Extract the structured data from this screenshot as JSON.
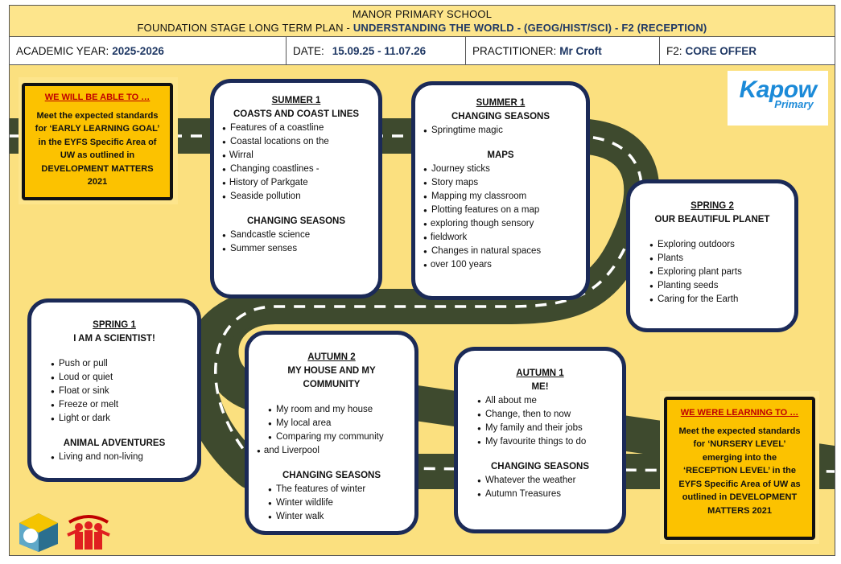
{
  "header": {
    "school": "MANOR PRIMARY SCHOOL",
    "plan_prefix": "FOUNDATION STAGE LONG TERM PLAN - ",
    "plan_subject": "UNDERSTANDING THE WORLD - (GEOG/HIST/SCI) - F2 (RECEPTION)"
  },
  "info": {
    "year_label": "ACADEMIC YEAR:",
    "year_value": "2025-2026",
    "date_label": "DATE:",
    "date_value": "15.09.25 - 11.07.26",
    "practitioner_label": "PRACTITIONER:",
    "practitioner_value": "Mr Croft",
    "offer_label": "F2:",
    "offer_value": "CORE OFFER"
  },
  "goal_start": {
    "title": "WE WILL BE ABLE TO …",
    "lines": [
      "Meet the expected standards",
      "for ‘EARLY LEARNING GOAL’",
      "in the EYFS Specific Area of",
      "UW as outlined in",
      "DEVELOPMENT  MATTERS",
      "2021"
    ]
  },
  "goal_end": {
    "title": "WE WERE LEARNING TO …",
    "lines": [
      "Meet the expected standards",
      "for ‘NURSERY LEVEL’",
      "emerging into the",
      "‘RECEPTION  LEVEL’ in the",
      "EYFS Specific Area of UW as",
      "outlined in DEVELOPMENT",
      "MATTERS  2021"
    ]
  },
  "kapow": {
    "name": "Kapow",
    "sub": "Primary"
  },
  "cards": {
    "summer1a": {
      "term": "SUMMER 1",
      "heading": "COASTS AND COAST LINES",
      "items": [
        "Features of a coastline",
        "Coastal locations on the",
        "Wirral",
        "Changing coastlines -",
        "History of Parkgate",
        "Seaside pollution"
      ],
      "heading2": "CHANGING SEASONS",
      "items2": [
        "Sandcastle science",
        "Summer senses"
      ]
    },
    "summer1b": {
      "term": "SUMMER 1",
      "heading": "CHANGING SEASONS",
      "items": [
        "Springtime magic"
      ],
      "heading2": "MAPS",
      "items2": [
        "Journey sticks",
        "Story maps",
        "Mapping my classroom",
        "Plotting features on a map",
        "exploring though sensory",
        "fieldwork",
        "Changes in natural spaces",
        "over 100 years"
      ]
    },
    "spring2": {
      "term": "SPRING 2",
      "heading": "OUR BEAUTIFUL PLANET",
      "items": [
        "Exploring outdoors",
        "Plants",
        "Exploring plant parts",
        "Planting seeds",
        "Caring for the Earth"
      ]
    },
    "spring1": {
      "term": "SPRING 1",
      "heading": "I AM A SCIENTIST!",
      "items": [
        "Push or pull",
        "Loud or quiet",
        "Float or sink",
        "Freeze or melt",
        "Light or dark"
      ],
      "heading2": "ANIMAL ADVENTURES",
      "items2": [
        "Living and non-living"
      ]
    },
    "autumn2": {
      "term": "AUTUMN 2",
      "heading": "MY HOUSE AND MY",
      "heading_b": "COMMUNITY",
      "items": [
        "My room and my house",
        "My local area",
        "Comparing my community",
        "and Liverpool"
      ],
      "heading2": "CHANGING SEASONS",
      "items2": [
        "The features of winter",
        "Winter wildlife",
        "Winter walk"
      ]
    },
    "autumn1": {
      "term": "AUTUMN 1",
      "heading": "ME!",
      "items": [
        "All about me",
        "Change, then to now",
        "My family and their jobs",
        "My favourite things to do"
      ],
      "heading2": "CHANGING SEASONS",
      "items2": [
        "Whatever the weather",
        "Autumn Treasures"
      ]
    },
    "colors": {
      "road": "#3e4a2e",
      "card_border": "#1b2a57",
      "goal_fill": "#fcc200",
      "background": "#fbe07f",
      "header_fill": "#fde58c",
      "accent_text": "#1f3864",
      "goal_title": "#c00000"
    }
  }
}
